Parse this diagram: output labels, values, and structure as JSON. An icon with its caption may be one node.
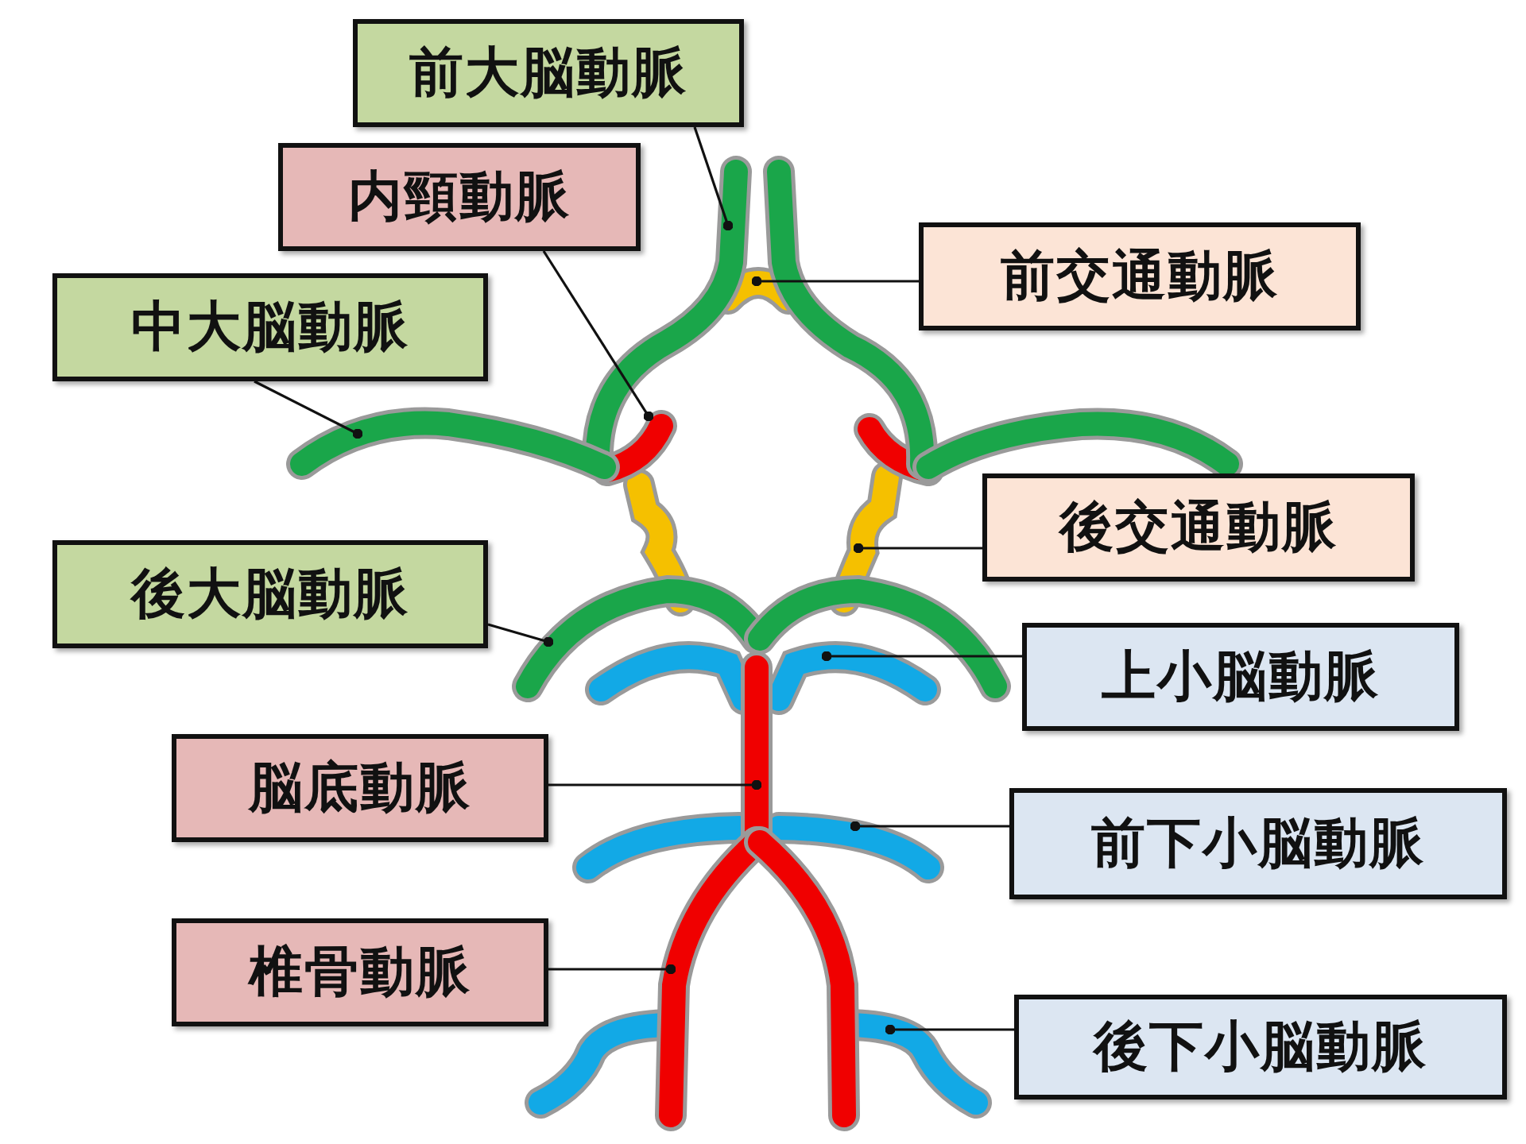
{
  "diagram": {
    "nodes": [
      {
        "text": [
          "前大脳動脈"
        ]
      },
      {
        "text": [
          "内頸動脈"
        ]
      },
      {
        "text": [
          "中大脳動脈"
        ]
      },
      {
        "text": [
          "前交通動脈"
        ]
      },
      {
        "text": [
          "後交通動脈"
        ]
      },
      {
        "text": [
          "後大脳動脈"
        ]
      },
      {
        "text": [
          "上小脳動脈"
        ]
      },
      {
        "text": [
          "脳底動脈"
        ]
      },
      {
        "text": [
          "前下小脳動脈"
        ]
      },
      {
        "text": [
          "椎骨動脈"
        ]
      },
      {
        "text": [
          "後下小脳動脈"
        ]
      }
    ],
    "edges": [
      {
        "from": 0,
        "to": null,
        "arrow": "other"
      },
      {
        "from": 1,
        "to": null,
        "arrow": "other"
      },
      {
        "from": 2,
        "to": null,
        "arrow": "other"
      },
      {
        "from": 3,
        "to": null,
        "arrow": "other"
      },
      {
        "from": 4,
        "to": null,
        "arrow": "other"
      },
      {
        "from": 5,
        "to": null,
        "arrow": "other"
      },
      {
        "from": 6,
        "to": null,
        "arrow": "other"
      },
      {
        "from": 7,
        "to": null,
        "arrow": "other"
      },
      {
        "from": 8,
        "to": null,
        "arrow": "other"
      },
      {
        "from": 9,
        "to": null,
        "arrow": "other"
      },
      {
        "from": 10,
        "to": null,
        "arrow": "other"
      }
    ]
  }
}
